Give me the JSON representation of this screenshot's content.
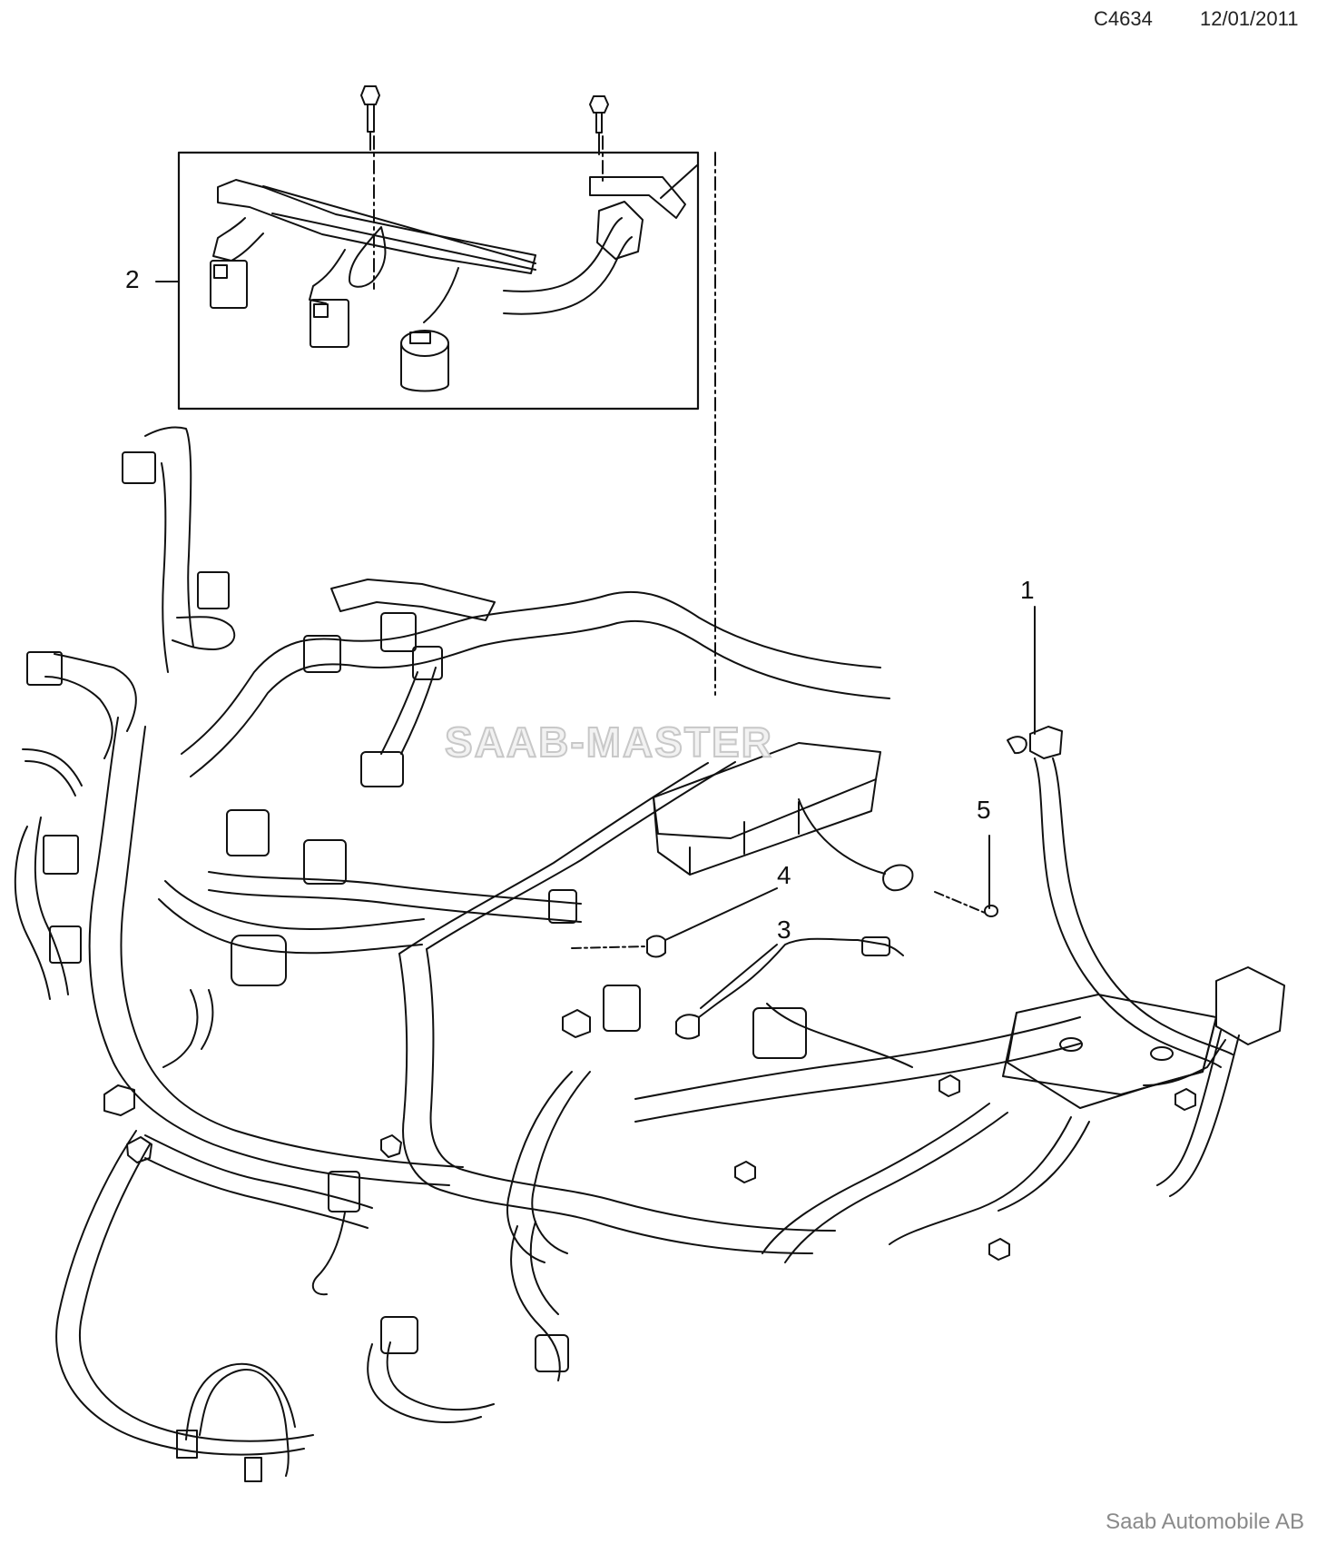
{
  "header": {
    "drawing_code": "C4634",
    "date": "12/01/2011"
  },
  "callouts": {
    "c1": "1",
    "c2": "2",
    "c3": "3",
    "c4": "4",
    "c5": "5"
  },
  "watermark": "SAAB-MASTER",
  "footer": "Saab Automobile AB",
  "colors": {
    "line": "#111111",
    "background": "#ffffff",
    "watermark_fill": "#f2f2f2",
    "watermark_stroke": "#c8c8c8",
    "footer_text": "#8a8a8a"
  }
}
